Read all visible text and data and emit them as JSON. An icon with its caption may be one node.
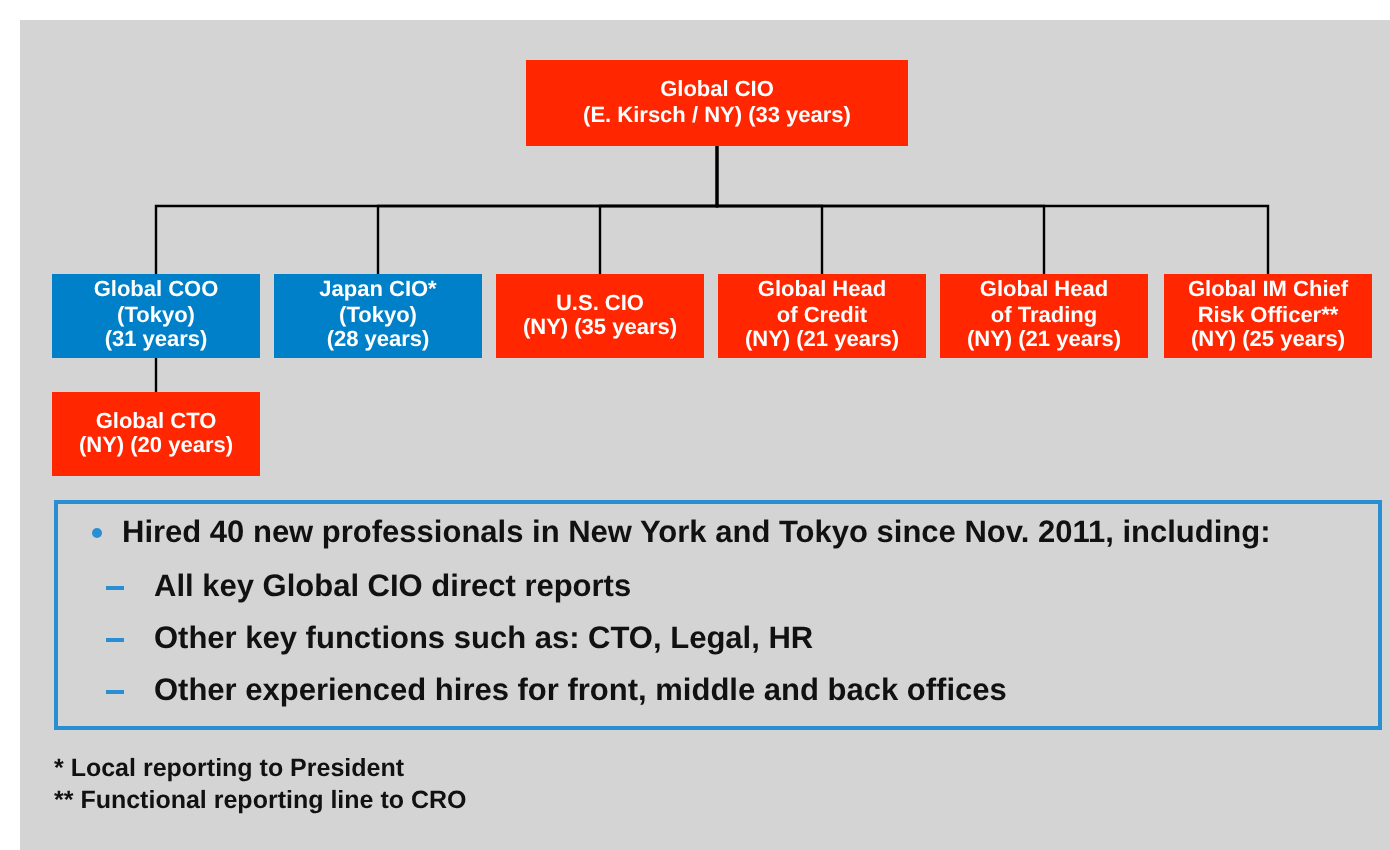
{
  "diagram": {
    "nodes": [
      {
        "text": [
          "Global CIO",
          "(E. Kirsch / NY) (33 years)"
        ]
      },
      {
        "text": [
          "Global COO",
          "(Tokyo)",
          "(31 years)"
        ]
      },
      {
        "text": [
          "Japan CIO*",
          "(Tokyo)",
          "(28 years)"
        ]
      },
      {
        "text": [
          "U.S. CIO",
          "(NY) (35 years)"
        ]
      },
      {
        "text": [
          "Global Head of Credit",
          "(NY) (21 years)"
        ]
      },
      {
        "text": [
          "Global Head of Trading",
          "(NY) (21 years)"
        ]
      },
      {
        "text": [
          "Global IM Chief Risk Officer**",
          "(NY) (25 years)"
        ]
      },
      {
        "text": [
          "Global CTO",
          "(NY) (20 years)"
        ]
      },
      {
        "text": [
          "Hired 40 new professionals in New York and Tokyo since Nov. 2011, including:",
          "All key Global CIO direct reports",
          "Other key functions such as: CTO, Legal, HR",
          "Other experienced hires for front, middle and back offices"
        ]
      }
    ],
    "edges": [
      {
        "from": 0,
        "to": 1,
        "arrow": "none"
      },
      {
        "from": 0,
        "to": 2,
        "arrow": "none"
      },
      {
        "from": 0,
        "to": 3,
        "arrow": "none"
      },
      {
        "from": 0,
        "to": 4,
        "arrow": "none"
      },
      {
        "from": 0,
        "to": 5,
        "arrow": "none"
      },
      {
        "from": 0,
        "to": 6,
        "arrow": "none"
      },
      {
        "from": 1,
        "to": 7,
        "arrow": "none"
      }
    ],
    "labels": [
      "* Local reporting to President",
      "** Functional reporting line to CRO"
    ]
  }
}
